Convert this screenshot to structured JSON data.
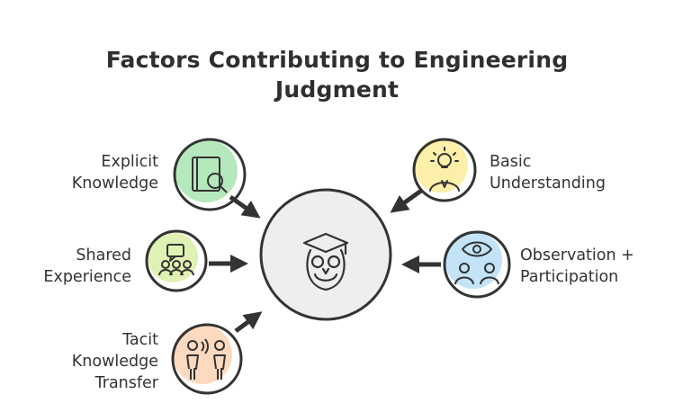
{
  "title": {
    "line1": "Factors Contributing to Engineering",
    "line2": "Judgment"
  },
  "center": {
    "icon": "owl-graduation-cap-icon"
  },
  "factors": [
    {
      "lines": [
        "Explicit",
        "Knowledge"
      ],
      "icon": "book-magnifier-icon",
      "color": "#9ee0a8"
    },
    {
      "lines": [
        "Shared",
        "Experience"
      ],
      "icon": "group-chat-icon",
      "color": "#d6ee9a"
    },
    {
      "lines": [
        "Tacit",
        "Knowledge",
        "Transfer"
      ],
      "icon": "two-people-talking-icon",
      "color": "#fccfb0"
    },
    {
      "lines": [
        "Basic",
        "Understanding"
      ],
      "icon": "person-lightbulb-icon",
      "color": "#fbec9a"
    },
    {
      "lines": [
        "Observation +",
        "Participation"
      ],
      "icon": "eye-people-icon",
      "color": "#b7dff4"
    }
  ]
}
